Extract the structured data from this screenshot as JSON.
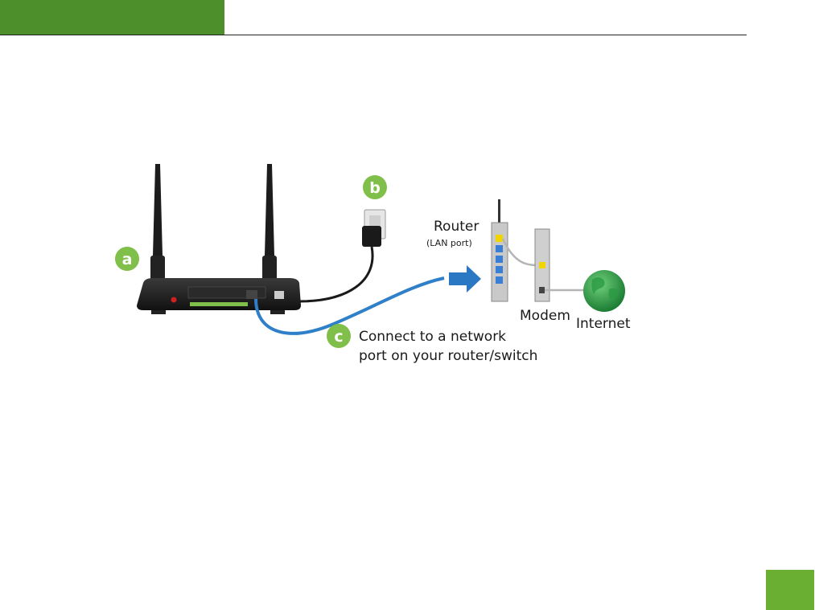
{
  "header": {
    "accent_color": "#4d8f2b"
  },
  "footer": {
    "badge_color": "#6aae32"
  },
  "diagram": {
    "steps": [
      {
        "letter": "a",
        "color": "#7fbf4a"
      },
      {
        "letter": "b",
        "color": "#7fbf4a"
      },
      {
        "letter": "c",
        "color": "#7fbf4a"
      }
    ],
    "router_label": "Router",
    "router_sublabel": "(LAN port)",
    "modem_label": "Modem",
    "internet_label": "Internet",
    "step_c_line1": "Connect to a network",
    "step_c_line2": "port on your router/switch",
    "cable_color": "#2f7fc9",
    "globe_icon": "globe-icon",
    "outlet_icon": "power-outlet-icon"
  }
}
